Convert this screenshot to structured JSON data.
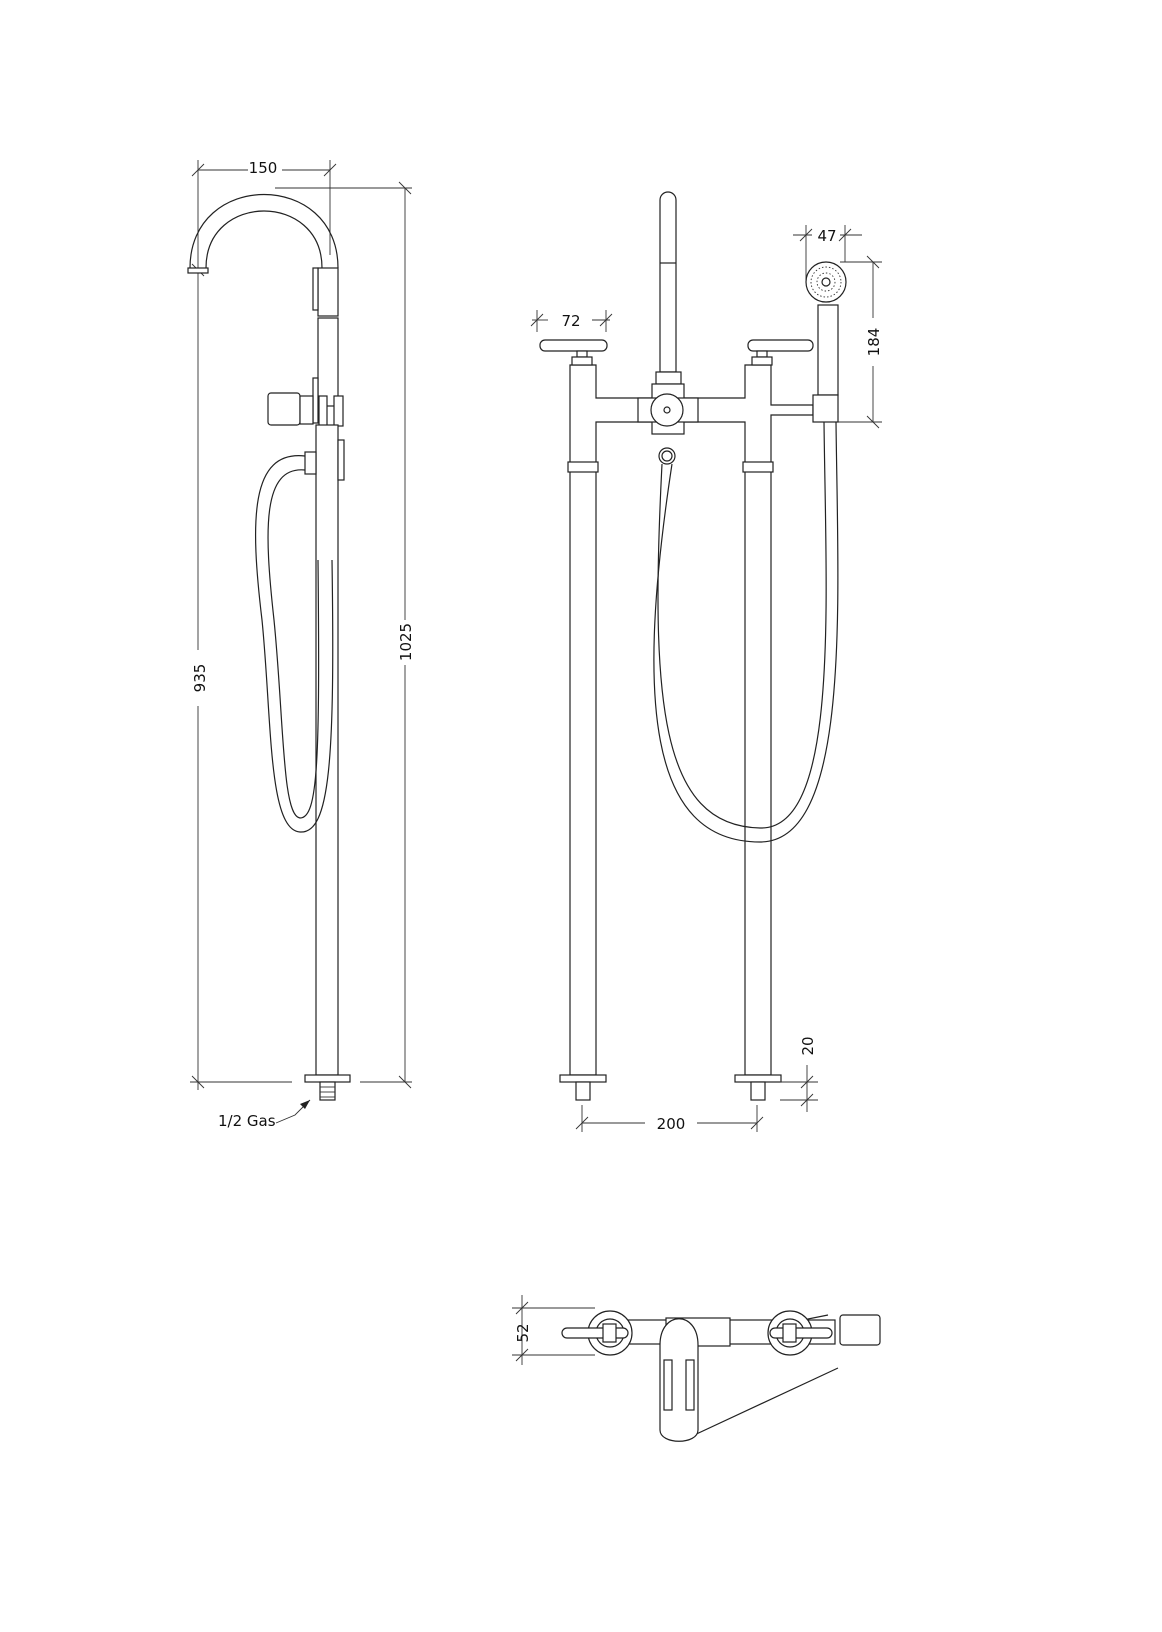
{
  "drawing": {
    "side_view": {
      "spout_reach": "150",
      "overall_height": "1025",
      "spout_height": "935",
      "connection_label": "1/2 Gas"
    },
    "front_view": {
      "handle_length": "72",
      "shower_head_diameter": "47",
      "shower_handle_length": "184",
      "flange_height": "20",
      "leg_spacing": "200"
    },
    "top_view": {
      "body_depth": "52"
    }
  }
}
